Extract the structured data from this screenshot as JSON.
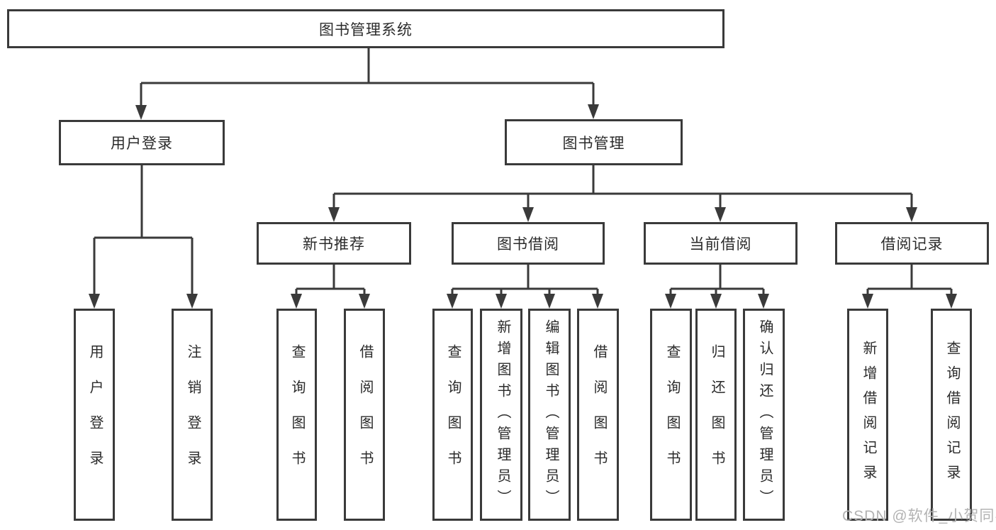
{
  "tree": {
    "label": "图书管理系统",
    "children": [
      {
        "label": "用户登录",
        "children": [
          {
            "label": "用户登录"
          },
          {
            "label": "注销登录"
          }
        ]
      },
      {
        "label": "图书管理",
        "children": [
          {
            "label": "新书推荐",
            "children": [
              {
                "label": "查询图书"
              },
              {
                "label": "借阅图书"
              }
            ]
          },
          {
            "label": "图书借阅",
            "children": [
              {
                "label": "查询图书"
              },
              {
                "label": "新增图书（管理员）"
              },
              {
                "label": "编辑图书（管理员）"
              },
              {
                "label": "借阅图书"
              }
            ]
          },
          {
            "label": "当前借阅",
            "children": [
              {
                "label": "查询图书"
              },
              {
                "label": "归还图书"
              },
              {
                "label": "确认归还（管理员）"
              }
            ]
          },
          {
            "label": "借阅记录",
            "children": [
              {
                "label": "新增借阅记录"
              },
              {
                "label": "查询借阅记录"
              }
            ]
          }
        ]
      }
    ]
  },
  "watermark": {
    "text": "CSDN @软件_小贺同学"
  },
  "colors": {
    "line": "#3a3a3a",
    "box_border": "#3a3a3a",
    "text": "#2b2b2b",
    "watermark": "#b3b3b3",
    "background": "#ffffff"
  }
}
